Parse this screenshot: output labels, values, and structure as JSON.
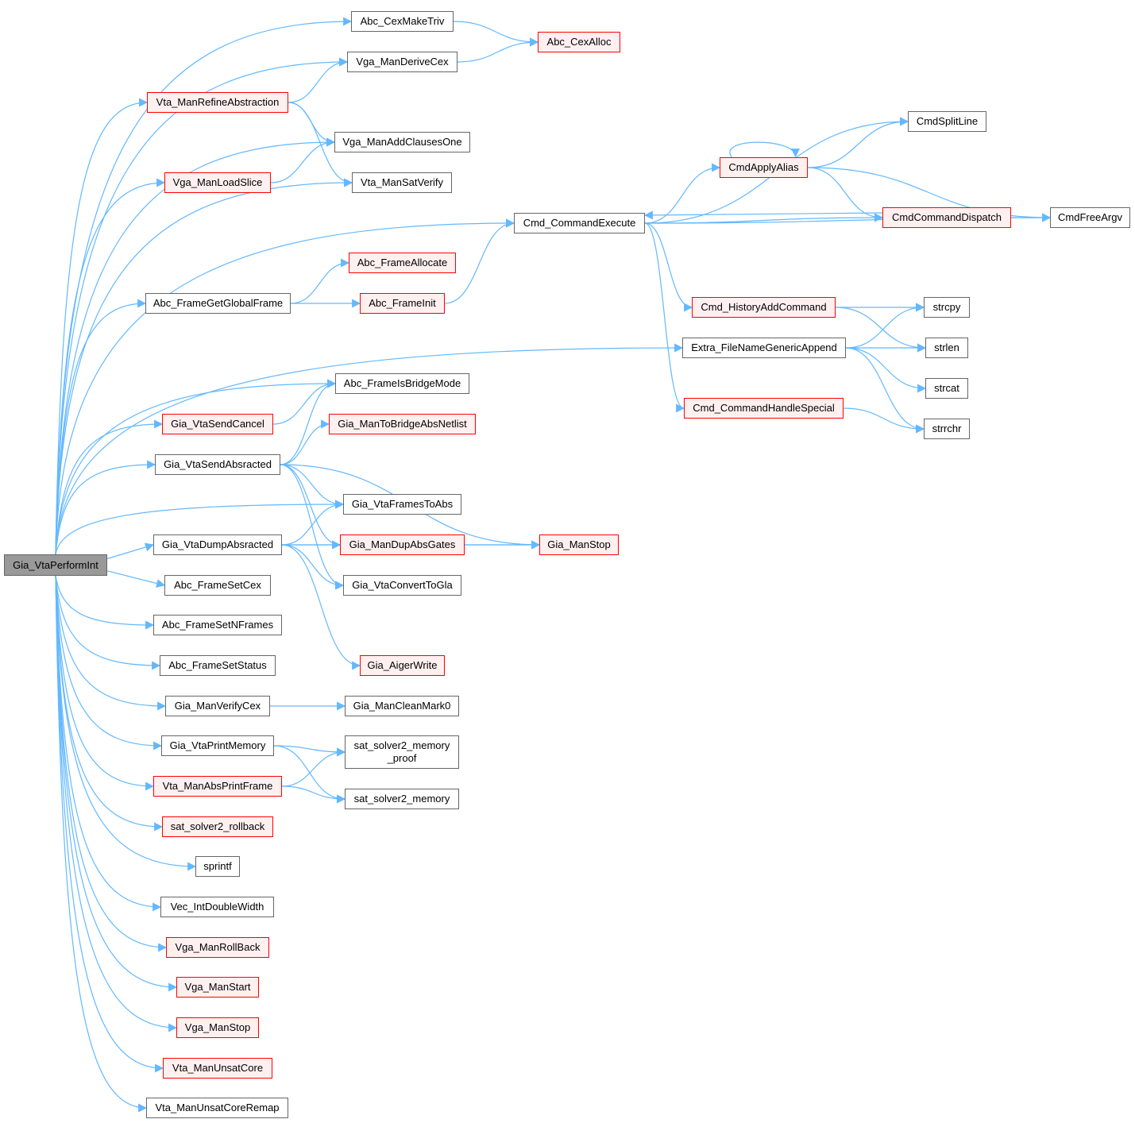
{
  "graph": {
    "edge_color": "#63b8ff",
    "nodes": [
      {
        "id": "root",
        "label": "Gia_VtaPerformInt",
        "style": "root"
      },
      {
        "id": "Abc_CexMakeTriv",
        "label": "Abc_CexMakeTriv",
        "style": "normal"
      },
      {
        "id": "Vga_ManDeriveCex",
        "label": "Vga_ManDeriveCex",
        "style": "normal"
      },
      {
        "id": "Vta_ManRefineAbstraction",
        "label": "Vta_ManRefineAbstraction",
        "style": "red"
      },
      {
        "id": "Vga_ManAddClausesOne",
        "label": "Vga_ManAddClausesOne",
        "style": "normal"
      },
      {
        "id": "Vga_ManLoadSlice",
        "label": "Vga_ManLoadSlice",
        "style": "red"
      },
      {
        "id": "Vta_ManSatVerify",
        "label": "Vta_ManSatVerify",
        "style": "normal"
      },
      {
        "id": "Cmd_CommandExecute",
        "label": "Cmd_CommandExecute",
        "style": "normal"
      },
      {
        "id": "Abc_FrameGetGlobalFrame",
        "label": "Abc_FrameGetGlobalFrame",
        "style": "normal"
      },
      {
        "id": "Extra_FileNameGenericAppend",
        "label": "Extra_FileNameGenericAppend",
        "style": "normal"
      },
      {
        "id": "Abc_FrameIsBridgeMode",
        "label": "Abc_FrameIsBridgeMode",
        "style": "normal"
      },
      {
        "id": "Gia_VtaSendCancel",
        "label": "Gia_VtaSendCancel",
        "style": "red"
      },
      {
        "id": "Gia_VtaSendAbsracted",
        "label": "Gia_VtaSendAbsracted",
        "style": "normal"
      },
      {
        "id": "Gia_VtaFramesToAbs",
        "label": "Gia_VtaFramesToAbs",
        "style": "normal"
      },
      {
        "id": "Gia_VtaDumpAbsracted",
        "label": "Gia_VtaDumpAbsracted",
        "style": "normal"
      },
      {
        "id": "Abc_FrameSetCex",
        "label": "Abc_FrameSetCex",
        "style": "normal"
      },
      {
        "id": "Abc_FrameSetNFrames",
        "label": "Abc_FrameSetNFrames",
        "style": "normal"
      },
      {
        "id": "Abc_FrameSetStatus",
        "label": "Abc_FrameSetStatus",
        "style": "normal"
      },
      {
        "id": "Gia_ManVerifyCex",
        "label": "Gia_ManVerifyCex",
        "style": "normal"
      },
      {
        "id": "Gia_VtaPrintMemory",
        "label": "Gia_VtaPrintMemory",
        "style": "normal"
      },
      {
        "id": "Vta_ManAbsPrintFrame",
        "label": "Vta_ManAbsPrintFrame",
        "style": "red"
      },
      {
        "id": "sat_solver2_rollback",
        "label": "sat_solver2_rollback",
        "style": "red"
      },
      {
        "id": "sprintf",
        "label": "sprintf",
        "style": "normal"
      },
      {
        "id": "Vec_IntDoubleWidth",
        "label": "Vec_IntDoubleWidth",
        "style": "normal"
      },
      {
        "id": "Vga_ManRollBack",
        "label": "Vga_ManRollBack",
        "style": "red"
      },
      {
        "id": "Vga_ManStart",
        "label": "Vga_ManStart",
        "style": "red"
      },
      {
        "id": "Vga_ManStop",
        "label": "Vga_ManStop",
        "style": "red"
      },
      {
        "id": "Vta_ManUnsatCore",
        "label": "Vta_ManUnsatCore",
        "style": "red"
      },
      {
        "id": "Vta_ManUnsatCoreRemap",
        "label": "Vta_ManUnsatCoreRemap",
        "style": "normal"
      },
      {
        "id": "Abc_CexAlloc",
        "label": "Abc_CexAlloc",
        "style": "red"
      },
      {
        "id": "Abc_FrameAllocate",
        "label": "Abc_FrameAllocate",
        "style": "red"
      },
      {
        "id": "Abc_FrameInit",
        "label": "Abc_FrameInit",
        "style": "red"
      },
      {
        "id": "CmdSplitLine",
        "label": "CmdSplitLine",
        "style": "normal"
      },
      {
        "id": "CmdApplyAlias",
        "label": "CmdApplyAlias",
        "style": "red"
      },
      {
        "id": "CmdCommandDispatch",
        "label": "CmdCommandDispatch",
        "style": "red"
      },
      {
        "id": "CmdFreeArgv",
        "label": "CmdFreeArgv",
        "style": "normal"
      },
      {
        "id": "Cmd_HistoryAddCommand",
        "label": "Cmd_HistoryAddCommand",
        "style": "red"
      },
      {
        "id": "Cmd_CommandHandleSpecial",
        "label": "Cmd_CommandHandleSpecial",
        "style": "red"
      },
      {
        "id": "strcpy",
        "label": "strcpy",
        "style": "normal"
      },
      {
        "id": "strlen",
        "label": "strlen",
        "style": "normal"
      },
      {
        "id": "strcat",
        "label": "strcat",
        "style": "normal"
      },
      {
        "id": "strrchr",
        "label": "strrchr",
        "style": "normal"
      },
      {
        "id": "Gia_ManToBridgeAbsNetlist",
        "label": "Gia_ManToBridgeAbsNetlist",
        "style": "red"
      },
      {
        "id": "Gia_ManDupAbsGates",
        "label": "Gia_ManDupAbsGates",
        "style": "red"
      },
      {
        "id": "Gia_VtaConvertToGla",
        "label": "Gia_VtaConvertToGla",
        "style": "normal"
      },
      {
        "id": "Gia_ManStop",
        "label": "Gia_ManStop",
        "style": "red"
      },
      {
        "id": "Gia_AigerWrite",
        "label": "Gia_AigerWrite",
        "style": "red"
      },
      {
        "id": "Gia_ManCleanMark0",
        "label": "Gia_ManCleanMark0",
        "style": "normal"
      },
      {
        "id": "sat_solver2_memory_proof",
        "label": "sat_solver2_memory\n_proof",
        "style": "normal"
      },
      {
        "id": "sat_solver2_memory",
        "label": "sat_solver2_memory",
        "style": "normal"
      }
    ],
    "edges": [
      [
        "root",
        "Abc_CexMakeTriv"
      ],
      [
        "root",
        "Vga_ManDeriveCex"
      ],
      [
        "root",
        "Vta_ManRefineAbstraction"
      ],
      [
        "root",
        "Vga_ManAddClausesOne"
      ],
      [
        "root",
        "Vga_ManLoadSlice"
      ],
      [
        "root",
        "Vta_ManSatVerify"
      ],
      [
        "root",
        "Cmd_CommandExecute"
      ],
      [
        "root",
        "Abc_FrameGetGlobalFrame"
      ],
      [
        "root",
        "Extra_FileNameGenericAppend"
      ],
      [
        "root",
        "Abc_FrameIsBridgeMode"
      ],
      [
        "root",
        "Gia_VtaSendCancel"
      ],
      [
        "root",
        "Gia_VtaSendAbsracted"
      ],
      [
        "root",
        "Gia_VtaFramesToAbs"
      ],
      [
        "root",
        "Gia_VtaDumpAbsracted"
      ],
      [
        "root",
        "Abc_FrameSetCex"
      ],
      [
        "root",
        "Abc_FrameSetNFrames"
      ],
      [
        "root",
        "Abc_FrameSetStatus"
      ],
      [
        "root",
        "Gia_ManVerifyCex"
      ],
      [
        "root",
        "Gia_VtaPrintMemory"
      ],
      [
        "root",
        "Vta_ManAbsPrintFrame"
      ],
      [
        "root",
        "sat_solver2_rollback"
      ],
      [
        "root",
        "sprintf"
      ],
      [
        "root",
        "Vec_IntDoubleWidth"
      ],
      [
        "root",
        "Vga_ManRollBack"
      ],
      [
        "root",
        "Vga_ManStart"
      ],
      [
        "root",
        "Vga_ManStop"
      ],
      [
        "root",
        "Vta_ManUnsatCore"
      ],
      [
        "root",
        "Vta_ManUnsatCoreRemap"
      ],
      [
        "Abc_CexMakeTriv",
        "Abc_CexAlloc"
      ],
      [
        "Vga_ManDeriveCex",
        "Abc_CexAlloc"
      ],
      [
        "Vta_ManRefineAbstraction",
        "Vga_ManDeriveCex"
      ],
      [
        "Vta_ManRefineAbstraction",
        "Vga_ManAddClausesOne"
      ],
      [
        "Vta_ManRefineAbstraction",
        "Vta_ManSatVerify"
      ],
      [
        "Vga_ManLoadSlice",
        "Vga_ManAddClausesOne"
      ],
      [
        "Abc_FrameGetGlobalFrame",
        "Abc_FrameAllocate"
      ],
      [
        "Abc_FrameGetGlobalFrame",
        "Abc_FrameInit"
      ],
      [
        "Abc_FrameInit",
        "Cmd_CommandExecute"
      ],
      [
        "Cmd_CommandExecute",
        "CmdSplitLine"
      ],
      [
        "Cmd_CommandExecute",
        "CmdApplyAlias"
      ],
      [
        "Cmd_CommandExecute",
        "CmdCommandDispatch"
      ],
      [
        "Cmd_CommandExecute",
        "CmdFreeArgv"
      ],
      [
        "Cmd_CommandExecute",
        "Cmd_HistoryAddCommand"
      ],
      [
        "Cmd_CommandExecute",
        "Cmd_CommandHandleSpecial"
      ],
      [
        "CmdApplyAlias",
        "CmdApplyAlias"
      ],
      [
        "CmdApplyAlias",
        "CmdSplitLine"
      ],
      [
        "CmdApplyAlias",
        "CmdCommandDispatch"
      ],
      [
        "CmdApplyAlias",
        "CmdFreeArgv"
      ],
      [
        "CmdCommandDispatch",
        "Cmd_CommandExecute"
      ],
      [
        "CmdCommandDispatch",
        "CmdFreeArgv"
      ],
      [
        "Cmd_HistoryAddCommand",
        "strcpy"
      ],
      [
        "Cmd_HistoryAddCommand",
        "strlen"
      ],
      [
        "Extra_FileNameGenericAppend",
        "strcpy"
      ],
      [
        "Extra_FileNameGenericAppend",
        "strlen"
      ],
      [
        "Extra_FileNameGenericAppend",
        "strcat"
      ],
      [
        "Extra_FileNameGenericAppend",
        "strrchr"
      ],
      [
        "Cmd_CommandHandleSpecial",
        "strrchr"
      ],
      [
        "Gia_VtaSendCancel",
        "Abc_FrameIsBridgeMode"
      ],
      [
        "Gia_VtaSendAbsracted",
        "Abc_FrameIsBridgeMode"
      ],
      [
        "Gia_VtaSendAbsracted",
        "Gia_ManToBridgeAbsNetlist"
      ],
      [
        "Gia_VtaSendAbsracted",
        "Gia_VtaFramesToAbs"
      ],
      [
        "Gia_VtaSendAbsracted",
        "Gia_ManDupAbsGates"
      ],
      [
        "Gia_VtaSendAbsracted",
        "Gia_VtaConvertToGla"
      ],
      [
        "Gia_VtaSendAbsracted",
        "Gia_ManStop"
      ],
      [
        "Gia_VtaDumpAbsracted",
        "Gia_VtaFramesToAbs"
      ],
      [
        "Gia_VtaDumpAbsracted",
        "Gia_ManDupAbsGates"
      ],
      [
        "Gia_VtaDumpAbsracted",
        "Gia_VtaConvertToGla"
      ],
      [
        "Gia_VtaDumpAbsracted",
        "Gia_ManStop"
      ],
      [
        "Gia_VtaDumpAbsracted",
        "Gia_AigerWrite"
      ],
      [
        "Gia_ManDupAbsGates",
        "Gia_ManStop"
      ],
      [
        "Gia_ManVerifyCex",
        "Gia_ManCleanMark0"
      ],
      [
        "Gia_VtaPrintMemory",
        "sat_solver2_memory_proof"
      ],
      [
        "Gia_VtaPrintMemory",
        "sat_solver2_memory"
      ],
      [
        "Vta_ManAbsPrintFrame",
        "sat_solver2_memory_proof"
      ],
      [
        "Vta_ManAbsPrintFrame",
        "sat_solver2_memory"
      ]
    ]
  }
}
